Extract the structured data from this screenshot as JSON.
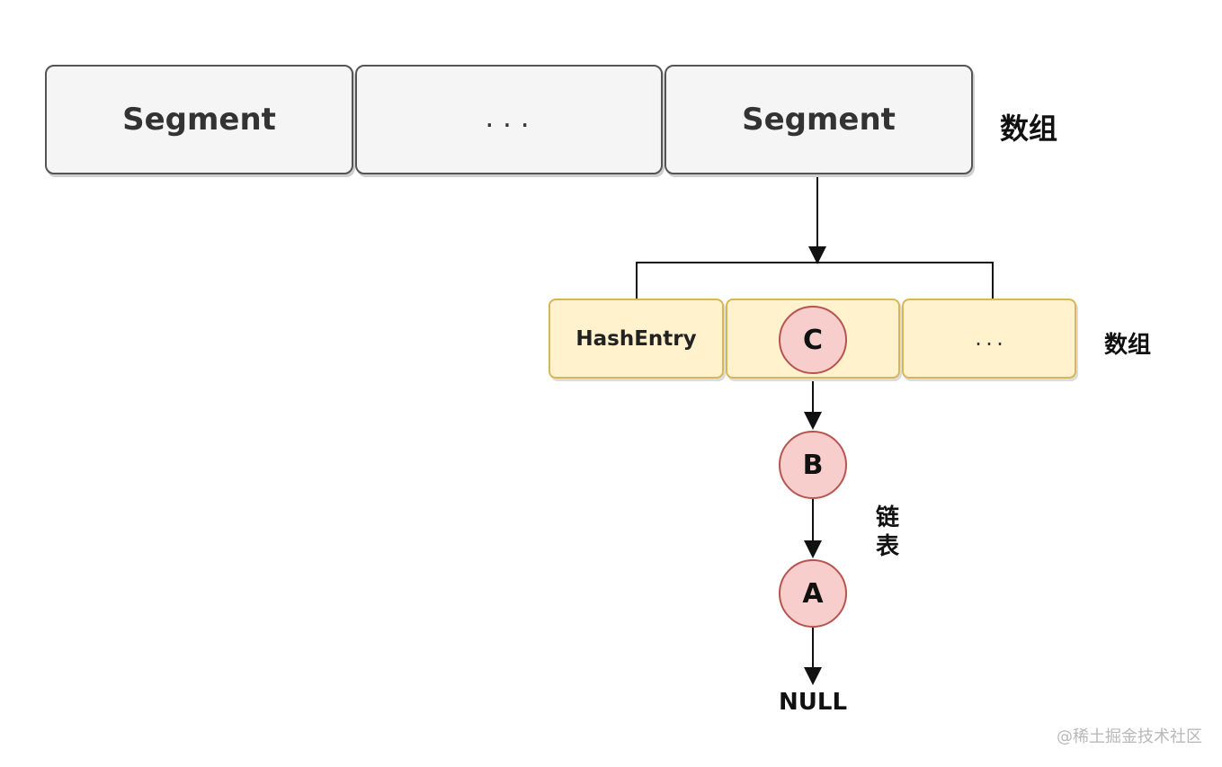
{
  "segments": [
    {
      "label": "Segment"
    },
    {
      "label": "..."
    },
    {
      "label": "Segment"
    }
  ],
  "segment_array_label": "数组",
  "hash_entries": [
    {
      "label": "HashEntry"
    },
    {
      "label": ""
    },
    {
      "label": "..."
    }
  ],
  "hash_entry_array_label": "数组",
  "linked_list": {
    "nodes": [
      "C",
      "B",
      "A"
    ],
    "label": "链\n表",
    "terminal": "NULL"
  },
  "watermark": "@稀土掘金技术社区",
  "colors": {
    "segment_fill": "#f5f5f5",
    "segment_stroke": "#555555",
    "entry_fill": "#fff2cc",
    "entry_stroke": "#d6b656",
    "node_fill": "#f8cecc",
    "node_stroke": "#b85450",
    "line": "#111111"
  }
}
